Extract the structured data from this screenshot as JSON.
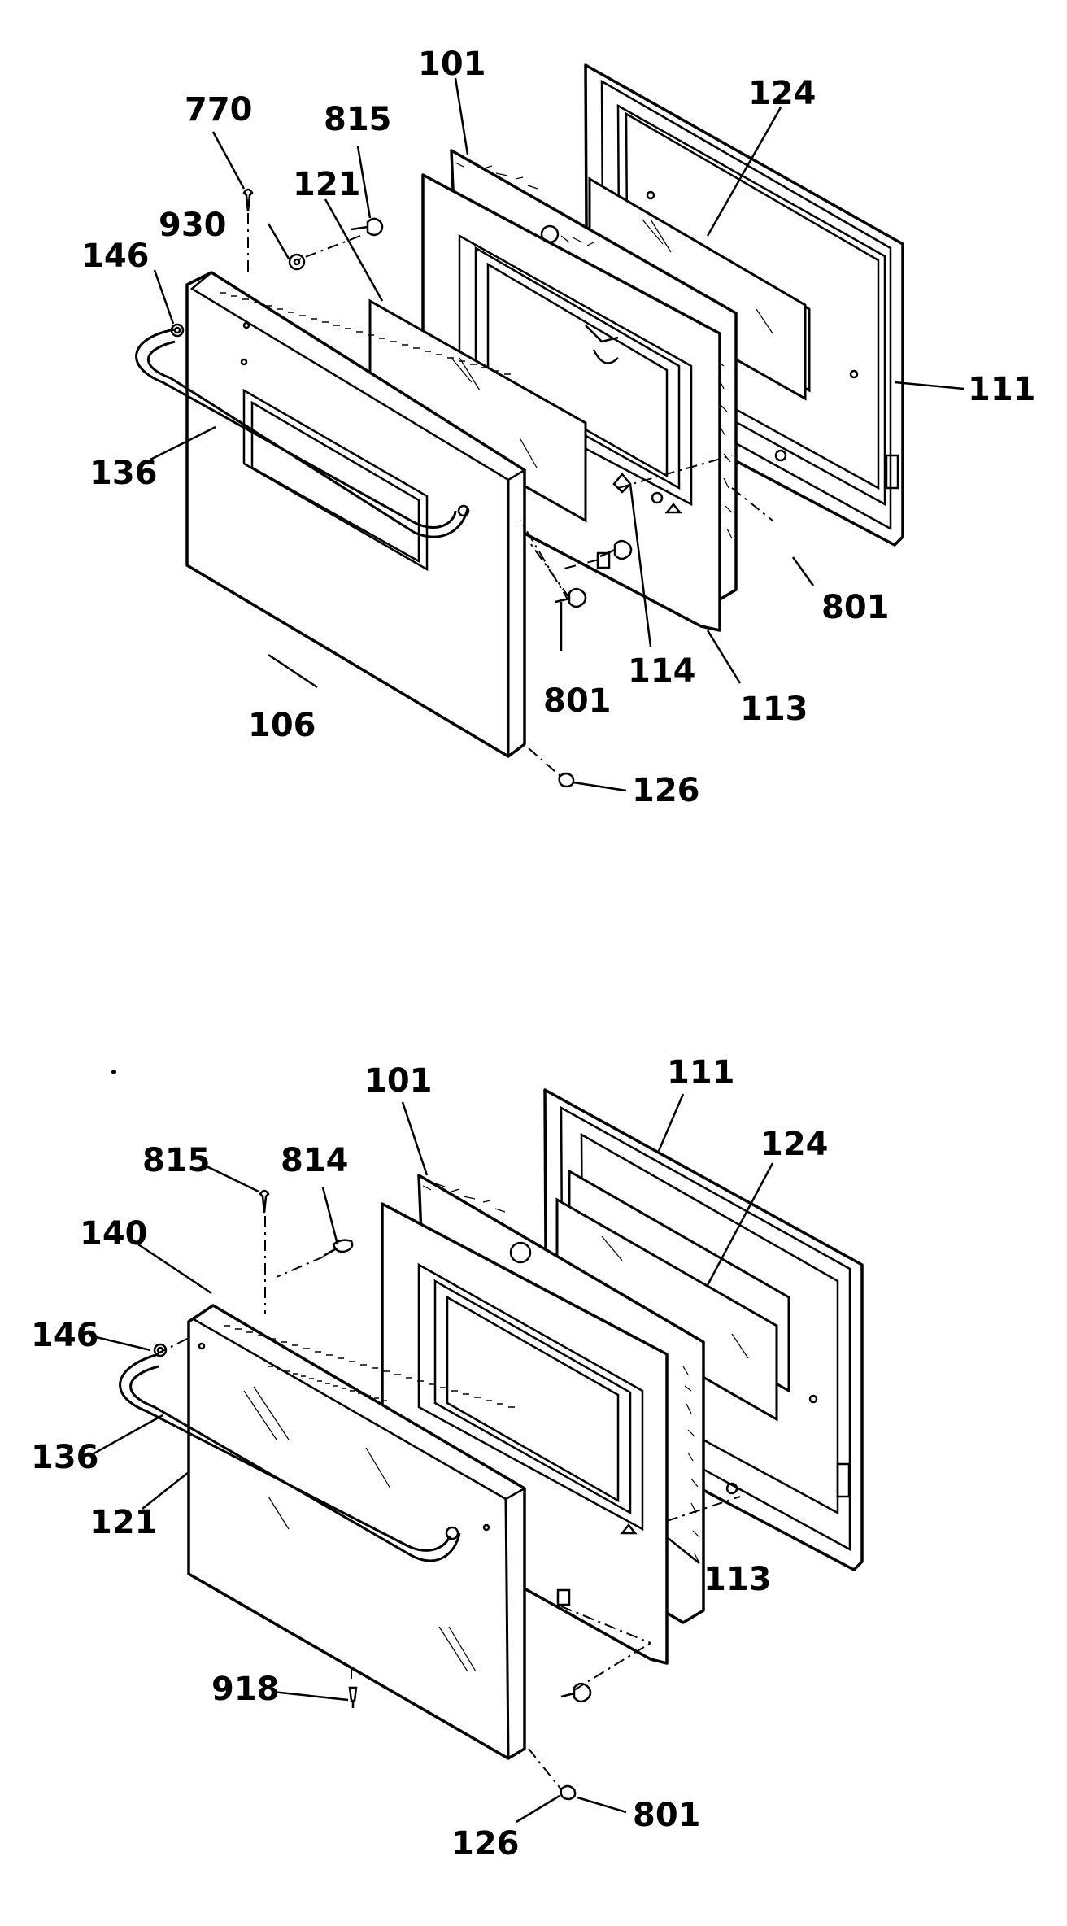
{
  "figures": [
    {
      "labels": {
        "p770": "770",
        "p815": "815",
        "p101": "101",
        "p124": "124",
        "p121": "121",
        "p930": "930",
        "p146": "146",
        "p111": "111",
        "p136": "136",
        "p801a": "801",
        "p114": "114",
        "p801b": "801",
        "p113": "113",
        "p106": "106",
        "p126": "126"
      }
    },
    {
      "labels": {
        "p101": "101",
        "p111": "111",
        "p815": "815",
        "p814": "814",
        "p124": "124",
        "p140": "140",
        "p146": "146",
        "p136": "136",
        "p121": "121",
        "p113": "113",
        "p918": "918",
        "p801": "801",
        "p126": "126"
      }
    }
  ]
}
